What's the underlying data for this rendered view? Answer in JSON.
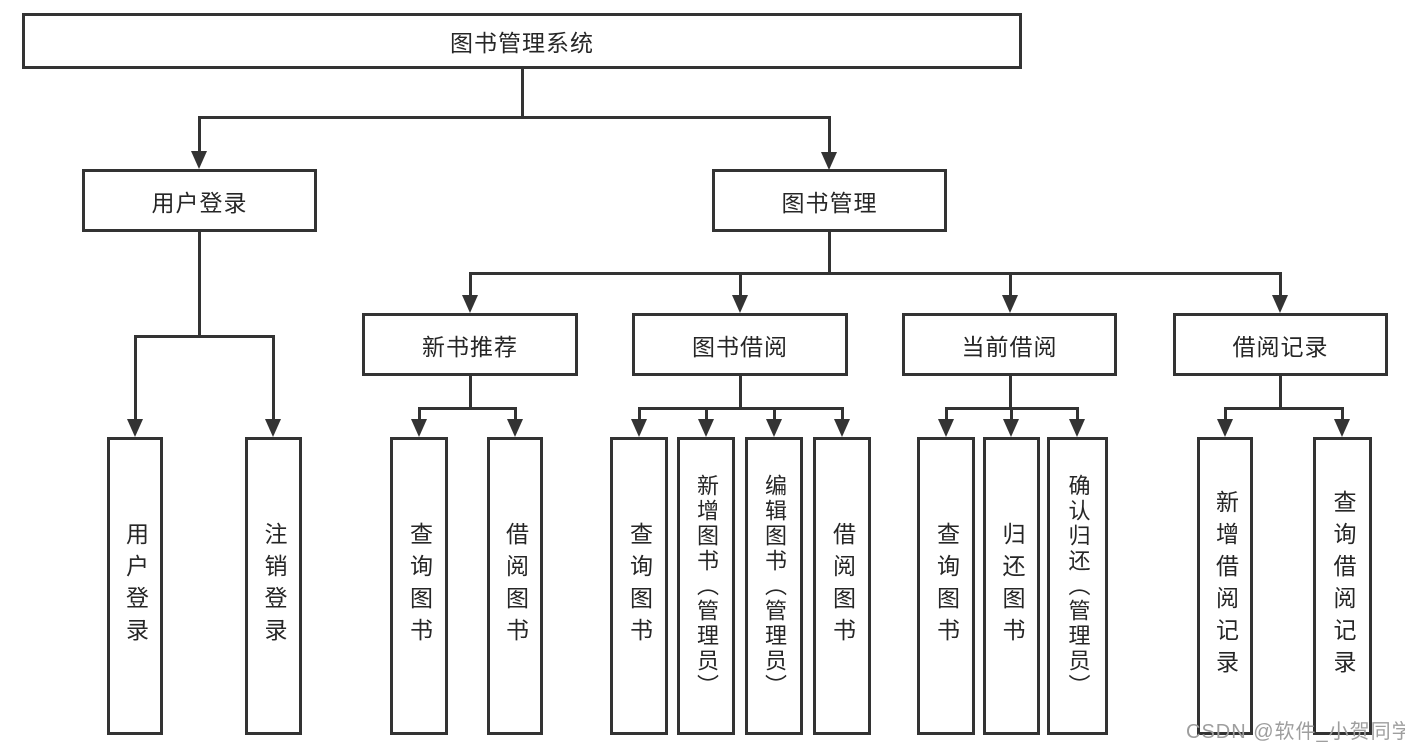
{
  "title": {
    "label": "图书管理系统"
  },
  "nodes": {
    "user_login": "用户登录",
    "book_mgmt": "图书管理",
    "new_books": "新书推荐",
    "book_borrow": "图书借阅",
    "current_borrow": "当前借阅",
    "borrow_records": "借阅记录"
  },
  "leaves": [
    "用户登录",
    "注销登录",
    "查询图书",
    "借阅图书",
    "查询图书",
    "新增图书（管理员）",
    "编辑图书（管理员）",
    "借阅图书",
    "查询图书",
    "归还图书",
    "确认归还（管理员）",
    "新增借阅记录",
    "查询借阅记录"
  ],
  "watermark": {
    "text": "CSDN @软件_小贺同学",
    "color": "#9e9e9e"
  },
  "colors": {
    "line": "#333333",
    "text": "#262626",
    "background": "#ffffff"
  }
}
